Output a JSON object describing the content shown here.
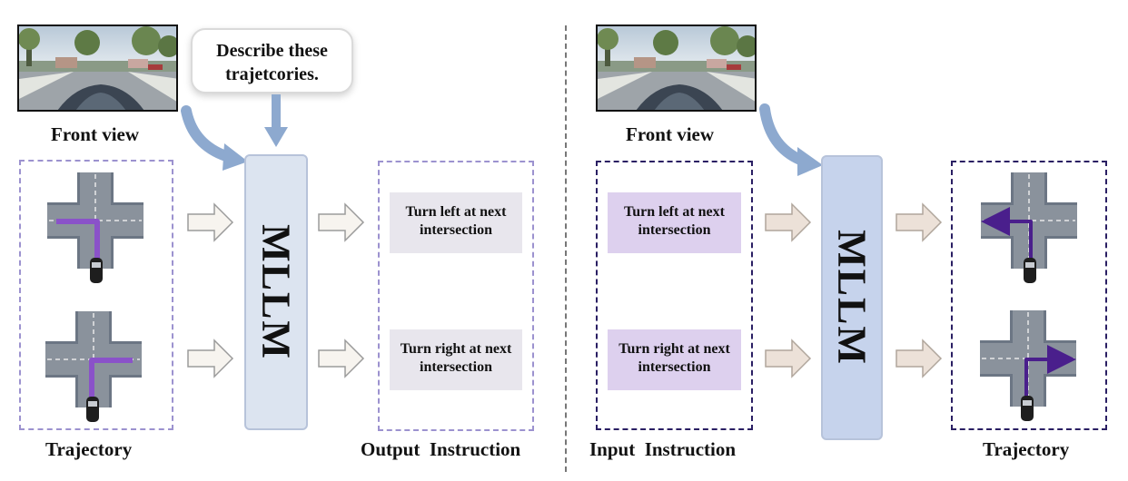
{
  "left_panel": {
    "front_view_label": "Front view",
    "bubble_text": "Describe these trajetcories.",
    "model_label": "MLLM",
    "trajectory_label": "Trajectory",
    "output_label": "Output  Instruction",
    "instructions": [
      "Turn left at next intersection",
      "Turn right at next intersection"
    ]
  },
  "right_panel": {
    "front_view_label": "Front view",
    "model_label": "MLLM",
    "input_label": "Input  Instruction",
    "trajectory_label": "Trajectory",
    "instructions": [
      "Turn left at next intersection",
      "Turn right at next intersection"
    ]
  },
  "colors": {
    "trajectory_purple": "#8a52c9",
    "trajectory_arrow_dark": "#5b2a9e",
    "mllm_left_fill": "#dce4f0",
    "mllm_right_fill": "#c6d3ec",
    "flow_arrow": "#8da9cf"
  }
}
